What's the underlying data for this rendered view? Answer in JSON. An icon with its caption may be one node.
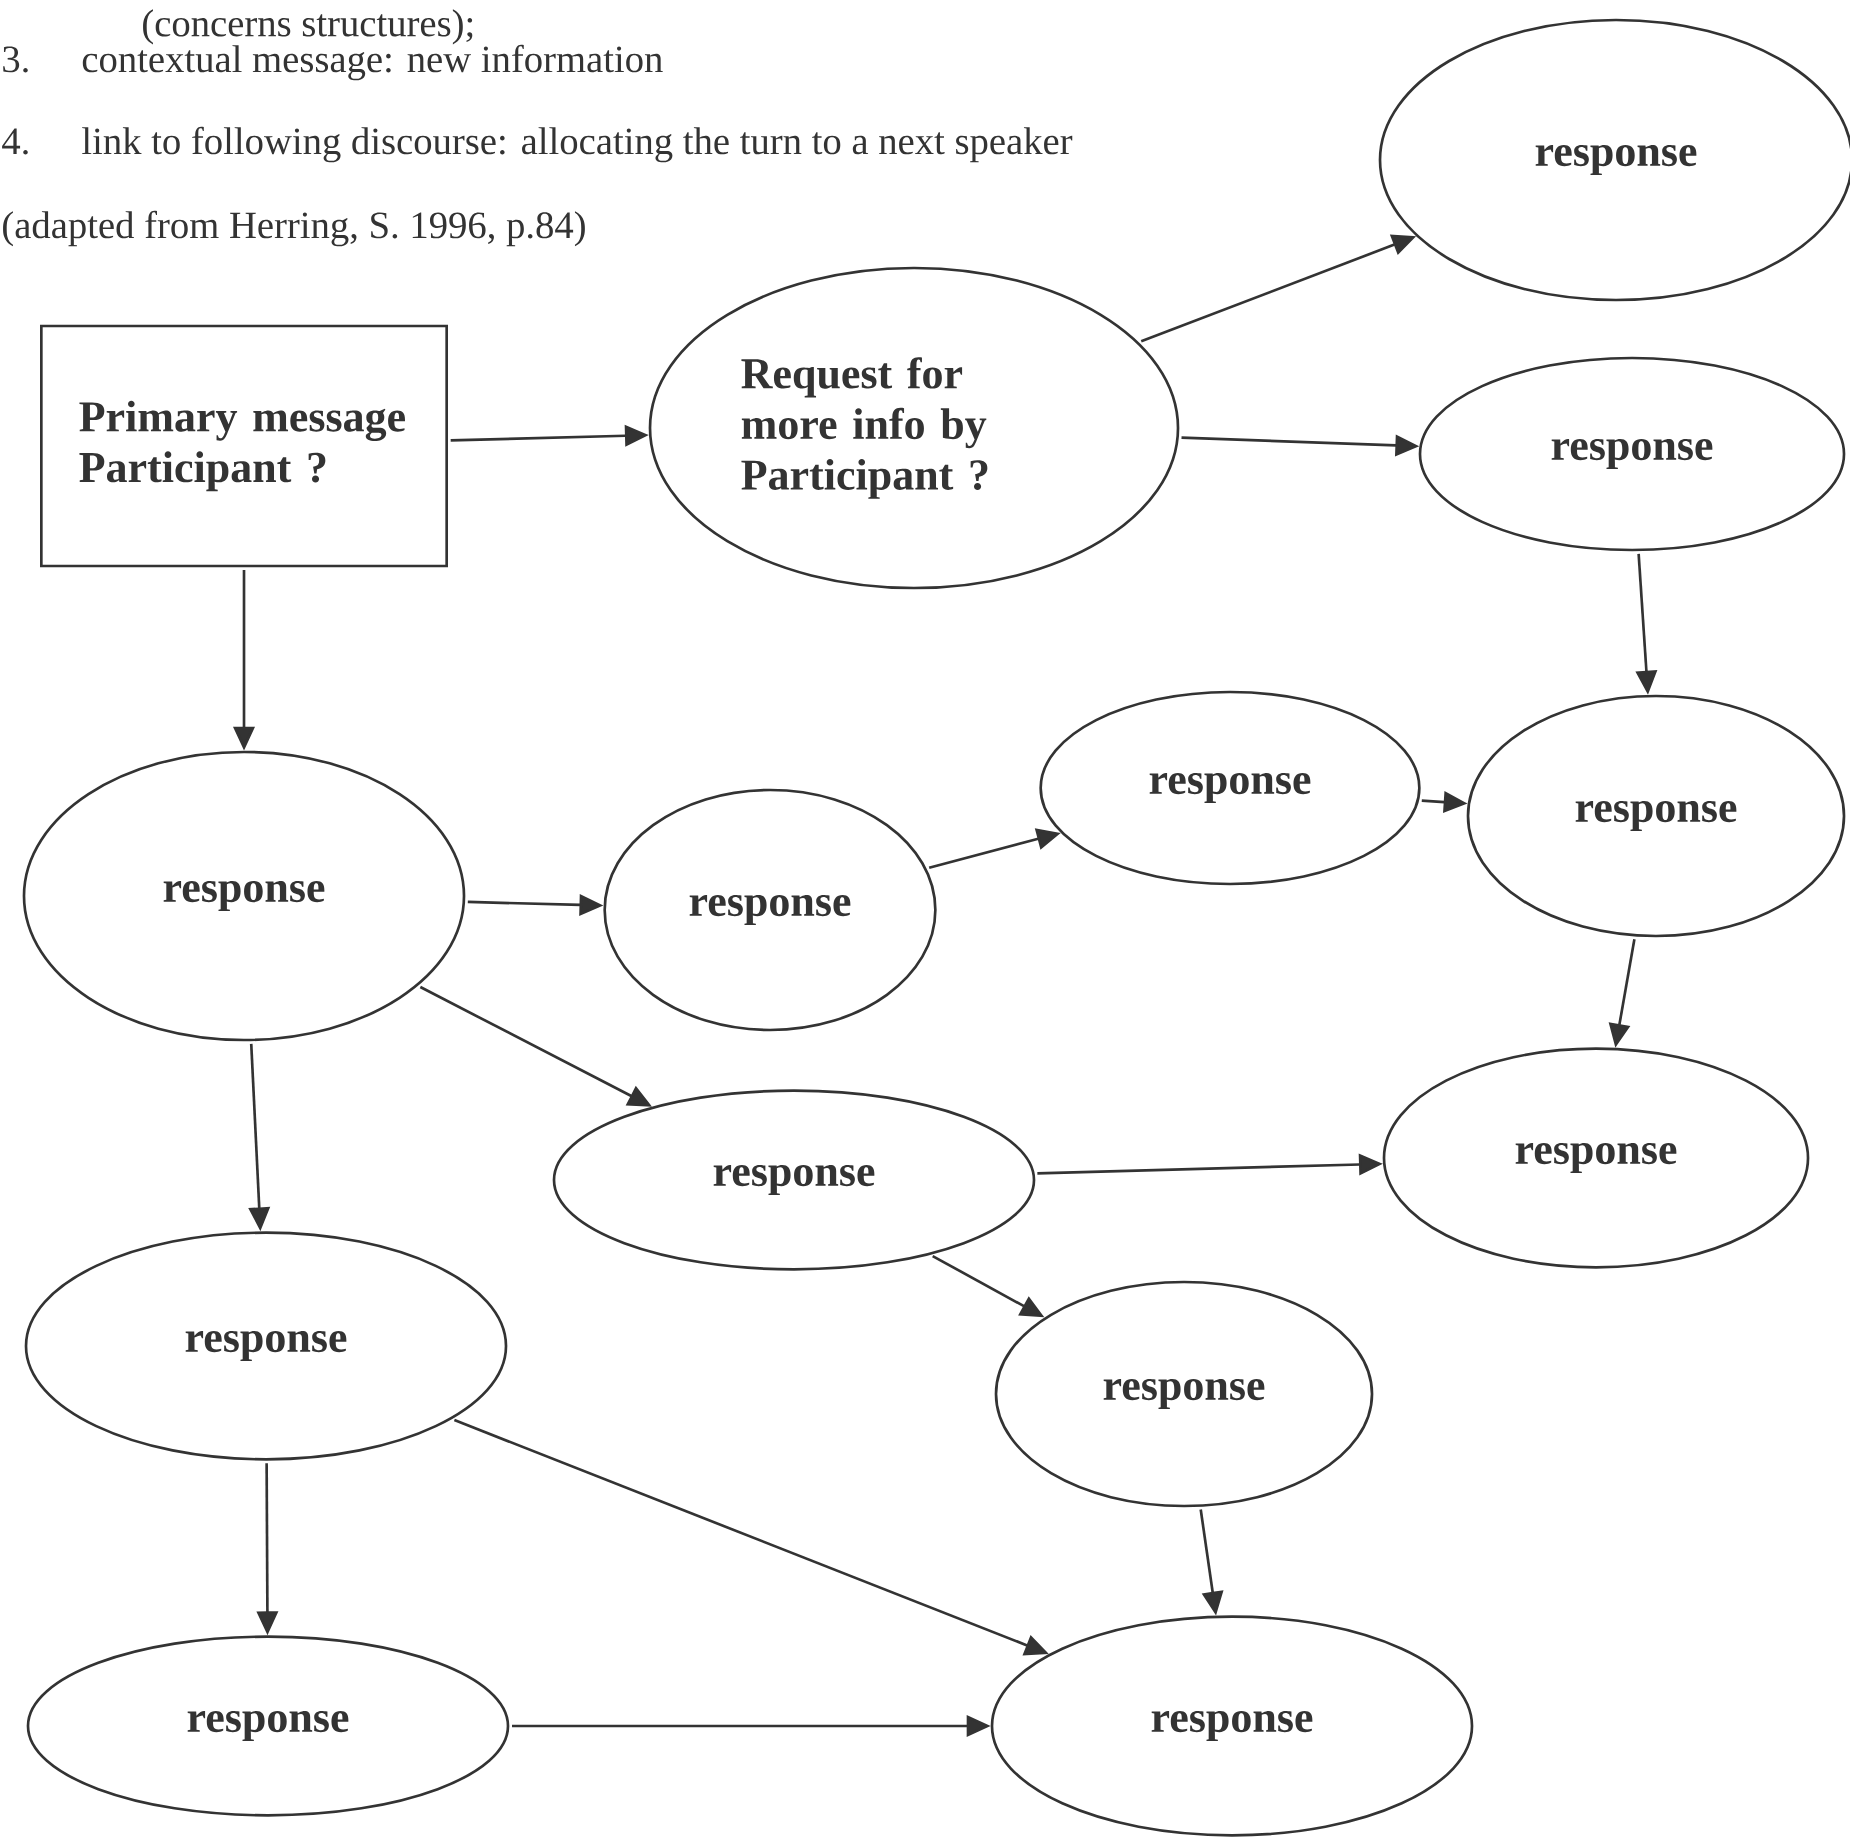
{
  "diagram": {
    "nodes": [
      {
        "text": [
          "Primary message Participant ?"
        ]
      },
      {
        "text": [
          "Request for more info by Participant ?"
        ]
      },
      {
        "text": [
          "response"
        ]
      },
      {
        "text": [
          "response"
        ]
      },
      {
        "text": [
          "response"
        ]
      },
      {
        "text": [
          "response"
        ]
      },
      {
        "text": [
          "response"
        ]
      },
      {
        "text": [
          "response"
        ]
      },
      {
        "text": [
          "response"
        ]
      },
      {
        "text": [
          "response"
        ]
      },
      {
        "text": [
          "response"
        ]
      },
      {
        "text": [
          "response"
        ]
      },
      {
        "text": [
          "response"
        ]
      },
      {
        "text": [
          "response"
        ]
      }
    ],
    "edges": [
      {
        "from": 0,
        "to": 1,
        "arrow": "to"
      },
      {
        "from": 1,
        "to": 2,
        "arrow": "to"
      },
      {
        "from": 1,
        "to": 3,
        "arrow": "to"
      },
      {
        "from": 0,
        "to": 4,
        "arrow": "to"
      },
      {
        "from": 3,
        "to": 7,
        "arrow": "to"
      },
      {
        "from": 4,
        "to": 5,
        "arrow": "to"
      },
      {
        "from": 5,
        "to": 6,
        "arrow": "to"
      },
      {
        "from": 6,
        "to": 7,
        "arrow": "to"
      },
      {
        "from": 7,
        "to": 9,
        "arrow": "to"
      },
      {
        "from": 4,
        "to": 8,
        "arrow": "to"
      },
      {
        "from": 8,
        "to": 9,
        "arrow": "to"
      },
      {
        "from": 4,
        "to": 10,
        "arrow": "to"
      },
      {
        "from": 8,
        "to": 11,
        "arrow": "to"
      },
      {
        "from": 11,
        "to": 13,
        "arrow": "to"
      },
      {
        "from": 10,
        "to": 12,
        "arrow": "to"
      },
      {
        "from": 10,
        "to": 13,
        "arrow": "to"
      },
      {
        "from": 12,
        "to": 13,
        "arrow": "to"
      }
    ],
    "labels": [
      "(concerns structures);",
      "3.",
      "contextual message:  new information",
      "4.",
      "link to following discourse: allocating the turn to a next speaker",
      "(adapted from Herring, S. 1996, p.84)"
    ]
  }
}
